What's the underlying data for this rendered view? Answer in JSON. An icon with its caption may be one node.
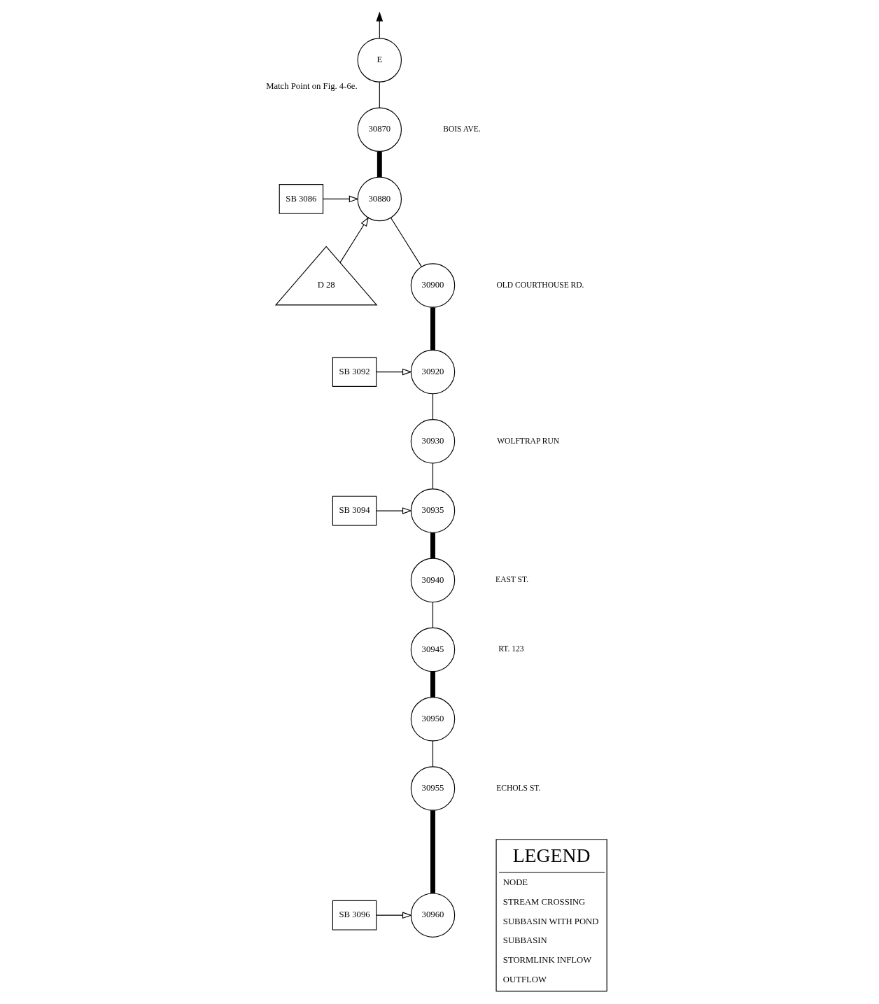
{
  "diagram": {
    "nodes": [
      {
        "text": [
          "E"
        ],
        "beside": [
          "Match Point on Fig. 4-6e."
        ]
      },
      {
        "text": [
          "30870"
        ]
      },
      {
        "text": [
          "30880"
        ]
      },
      {
        "text": [
          "SB 3086"
        ]
      },
      {
        "text": [
          "D 28"
        ]
      },
      {
        "text": [
          "30900"
        ]
      },
      {
        "text": [
          "30920"
        ]
      },
      {
        "text": [
          "SB 3092"
        ]
      },
      {
        "text": [
          "30930"
        ]
      },
      {
        "text": [
          "30935"
        ]
      },
      {
        "text": [
          "SB 3094"
        ]
      },
      {
        "text": [
          "30940"
        ]
      },
      {
        "text": [
          "30945"
        ]
      },
      {
        "text": [
          "30950"
        ]
      },
      {
        "text": [
          "30955"
        ]
      },
      {
        "text": [
          "30960"
        ]
      },
      {
        "text": [
          "SB 3096"
        ]
      }
    ],
    "edges": [
      {
        "from": 0,
        "to": null,
        "arrow": "to"
      },
      {
        "from": 1,
        "to": 0,
        "arrow": "none"
      },
      {
        "from": 2,
        "to": 1,
        "arrow": "none",
        "style": "thick"
      },
      {
        "from": 3,
        "to": 2,
        "arrow": "to"
      },
      {
        "from": 4,
        "to": 2,
        "arrow": "to"
      },
      {
        "from": 5,
        "to": 2,
        "arrow": "none"
      },
      {
        "from": 6,
        "to": 5,
        "arrow": "none",
        "style": "thick"
      },
      {
        "from": 7,
        "to": 6,
        "arrow": "to"
      },
      {
        "from": 8,
        "to": 6,
        "arrow": "none"
      },
      {
        "from": 9,
        "to": 8,
        "arrow": "none"
      },
      {
        "from": 10,
        "to": 9,
        "arrow": "to"
      },
      {
        "from": 11,
        "to": 9,
        "arrow": "none",
        "style": "thick"
      },
      {
        "from": 12,
        "to": 11,
        "arrow": "none"
      },
      {
        "from": 13,
        "to": 12,
        "arrow": "none",
        "style": "thick"
      },
      {
        "from": 14,
        "to": 13,
        "arrow": "none"
      },
      {
        "from": 15,
        "to": 14,
        "arrow": "none",
        "style": "thick"
      },
      {
        "from": 16,
        "to": 15,
        "arrow": "to"
      }
    ],
    "labels": [
      "BOIS AVE.",
      "OLD COURTHOUSE RD.",
      "WOLFTRAP RUN",
      "EAST ST.",
      "RT. 123",
      "ECHOLS ST.",
      "LEGEND"
    ],
    "legend": [
      {
        "text": "NODE"
      },
      {
        "text": "STREAM CROSSING"
      },
      {
        "text": "SUBBASIN WITH POND"
      },
      {
        "text": "SUBBASIN"
      },
      {
        "text": "STORMLINK INFLOW"
      },
      {
        "text": "OUTFLOW"
      }
    ]
  }
}
